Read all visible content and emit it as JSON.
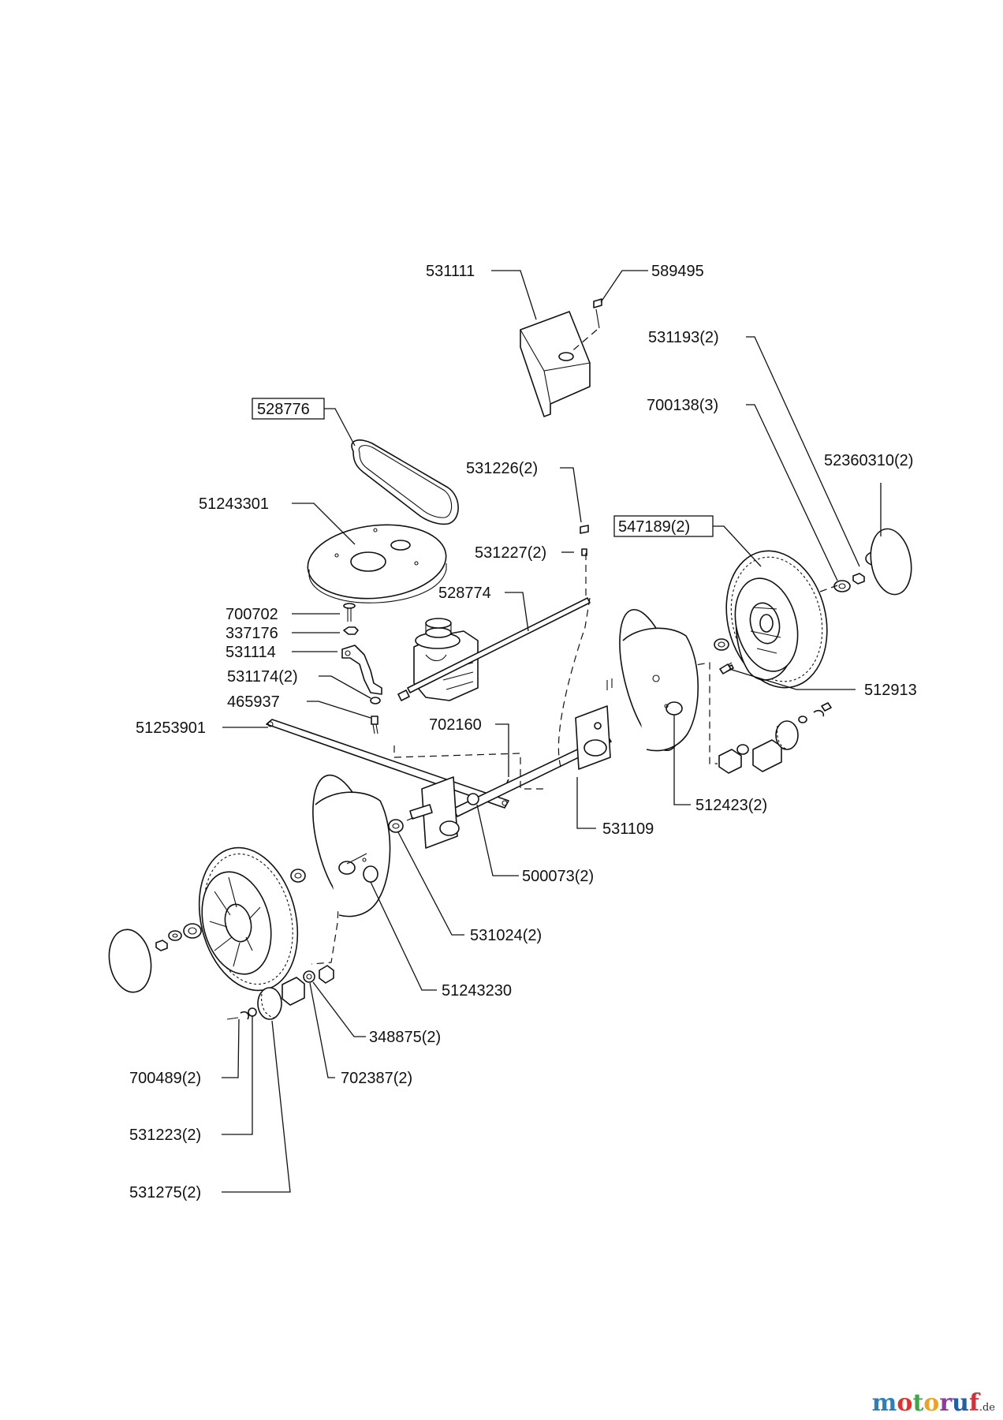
{
  "parts": [
    {
      "id": "p531111",
      "label": "531111",
      "boxed": false
    },
    {
      "id": "p589495",
      "label": "589495",
      "boxed": false
    },
    {
      "id": "p531193",
      "label": "531193(2)",
      "boxed": false
    },
    {
      "id": "p528776",
      "label": "528776",
      "boxed": true
    },
    {
      "id": "p700138",
      "label": "700138(3)",
      "boxed": false
    },
    {
      "id": "p52360310",
      "label": "52360310(2)",
      "boxed": false
    },
    {
      "id": "p531226",
      "label": "531226(2)",
      "boxed": false
    },
    {
      "id": "p51243301",
      "label": "51243301",
      "boxed": false
    },
    {
      "id": "p547189",
      "label": "547189(2)",
      "boxed": true
    },
    {
      "id": "p531227",
      "label": "531227(2)",
      "boxed": false
    },
    {
      "id": "p528774",
      "label": "528774",
      "boxed": false
    },
    {
      "id": "p700702",
      "label": "700702",
      "boxed": false
    },
    {
      "id": "p337176",
      "label": "337176",
      "boxed": false
    },
    {
      "id": "p531114",
      "label": "531114",
      "boxed": false
    },
    {
      "id": "p531174",
      "label": "531174(2)",
      "boxed": false
    },
    {
      "id": "p512913",
      "label": "512913",
      "boxed": false
    },
    {
      "id": "p465937",
      "label": "465937",
      "boxed": false
    },
    {
      "id": "p51253901",
      "label": "51253901",
      "boxed": false
    },
    {
      "id": "p702160",
      "label": "702160",
      "boxed": false
    },
    {
      "id": "p512423",
      "label": "512423(2)",
      "boxed": false
    },
    {
      "id": "p531109",
      "label": "531109",
      "boxed": false
    },
    {
      "id": "p500073",
      "label": "500073(2)",
      "boxed": false
    },
    {
      "id": "p531024",
      "label": "531024(2)",
      "boxed": false
    },
    {
      "id": "p51243230",
      "label": "51243230",
      "boxed": false
    },
    {
      "id": "p348875",
      "label": "348875(2)",
      "boxed": false
    },
    {
      "id": "p700489",
      "label": "700489(2)",
      "boxed": false
    },
    {
      "id": "p702387",
      "label": "702387(2)",
      "boxed": false
    },
    {
      "id": "p531223",
      "label": "531223(2)",
      "boxed": false
    },
    {
      "id": "p531275",
      "label": "531275(2)",
      "boxed": false
    }
  ],
  "logo": {
    "main": "motoruf",
    "suffix": ".de",
    "colors": [
      "#2b7fc1",
      "#e2312d",
      "#3aa845",
      "#f0a21c",
      "#8e3b9e",
      "#1f5fa8",
      "#d4303a"
    ]
  }
}
